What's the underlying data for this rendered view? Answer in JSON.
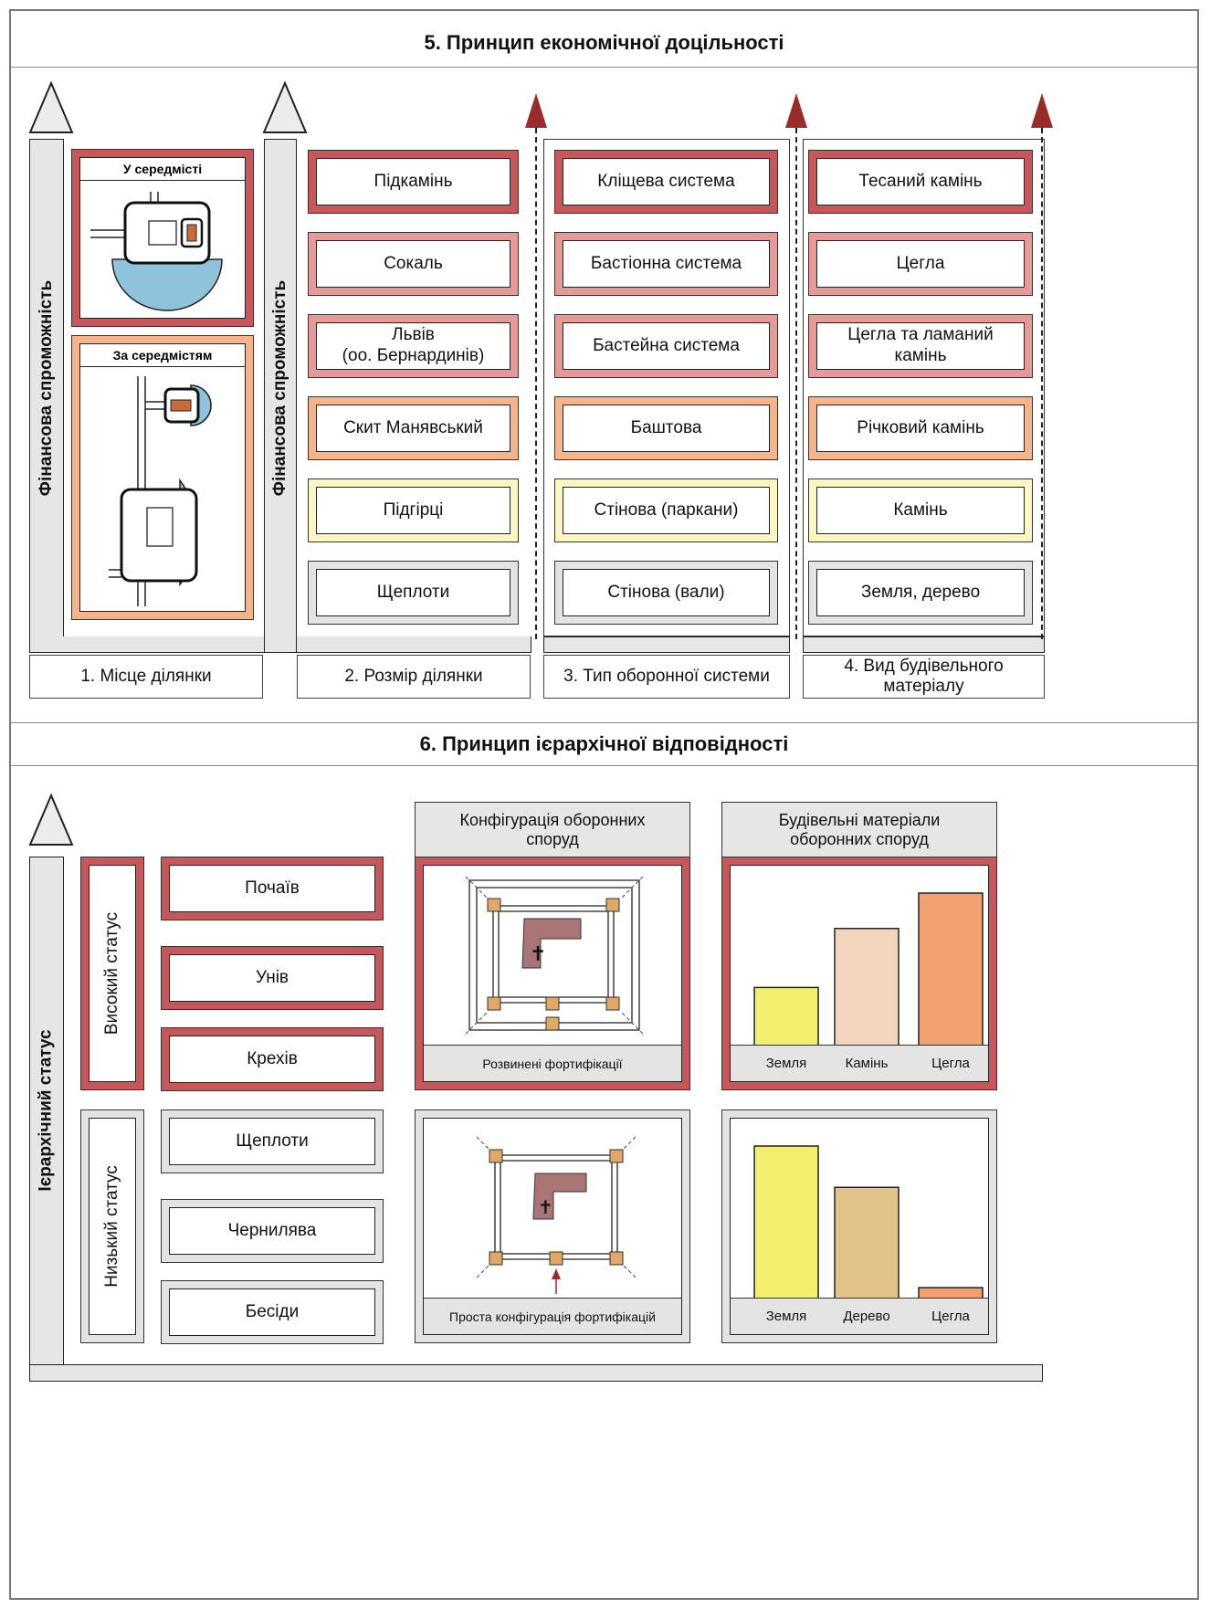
{
  "section5": {
    "title": "5. Принцип економічної доцільності",
    "axis_label": "Фінансова спроможність",
    "location": {
      "downtown_label": "У середмісті",
      "outside_label": "За середмістям"
    },
    "columns": [
      {
        "label": "1. Місце ділянки"
      },
      {
        "label": "2. Розмір ділянки",
        "items": [
          "Підкамінь",
          "Сокаль",
          "Львів\n(оо. Бернардинів)",
          "Скит Манявський",
          "Підгірці",
          "Щеплоти"
        ]
      },
      {
        "label": "3. Тип оборонної системи",
        "items": [
          "Кліщева система",
          "Бастіонна система",
          "Бастейна система",
          "Баштова",
          "Стінова (паркани)",
          "Стінова (вали)"
        ]
      },
      {
        "label": "4. Вид будівельного\nматеріалу",
        "items": [
          "Тесаний камінь",
          "Цегла",
          "Цегла та ламаний\nкамінь",
          "Річковий камінь",
          "Камінь",
          "Земля, дерево"
        ]
      }
    ],
    "level_colors": [
      "#c7575b",
      "#e59a98",
      "#e59a98",
      "#f5b48a",
      "#fbf7c2",
      "#e3e3e3"
    ]
  },
  "section6": {
    "title": "6. Принцип ієрархічної відповідності",
    "axis_label": "Ієрархічний статус",
    "high_status": "Високий статус",
    "low_status": "Низький статус",
    "high_items": [
      "Почаїв",
      "Унів",
      "Крехів"
    ],
    "low_items": [
      "Щеплоти",
      "Чернилява",
      "Бесіди"
    ],
    "config_header": "Конфігурація оборонних\nспоруд",
    "materials_header": "Будівельні матеріали\nоборонних споруд",
    "config_high_caption": "Розвинені фортифікації",
    "config_low_caption": "Проста конфігурація  фортифікацій",
    "chart_high_labels": [
      "Земля",
      "Камінь",
      "Цегла"
    ],
    "chart_low_labels": [
      "Земля",
      "Дерево",
      "Цегла"
    ],
    "colors": {
      "high": "#c7575b",
      "low": "#e3e3e3",
      "arrow": "#9b2b2b"
    }
  },
  "chart_data": [
    {
      "type": "bar",
      "categories": [
        "Земля",
        "Камінь",
        "Цегла"
      ],
      "values": [
        1,
        2,
        2.6
      ],
      "colors": [
        "#f2ef6e",
        "#f3d5be",
        "#f2a070"
      ]
    },
    {
      "type": "bar",
      "categories": [
        "Земля",
        "Дерево",
        "Цегла"
      ],
      "values": [
        2.6,
        1.9,
        0.2
      ],
      "colors": [
        "#f2ef6e",
        "#e2c389",
        "#f2a070"
      ]
    }
  ]
}
